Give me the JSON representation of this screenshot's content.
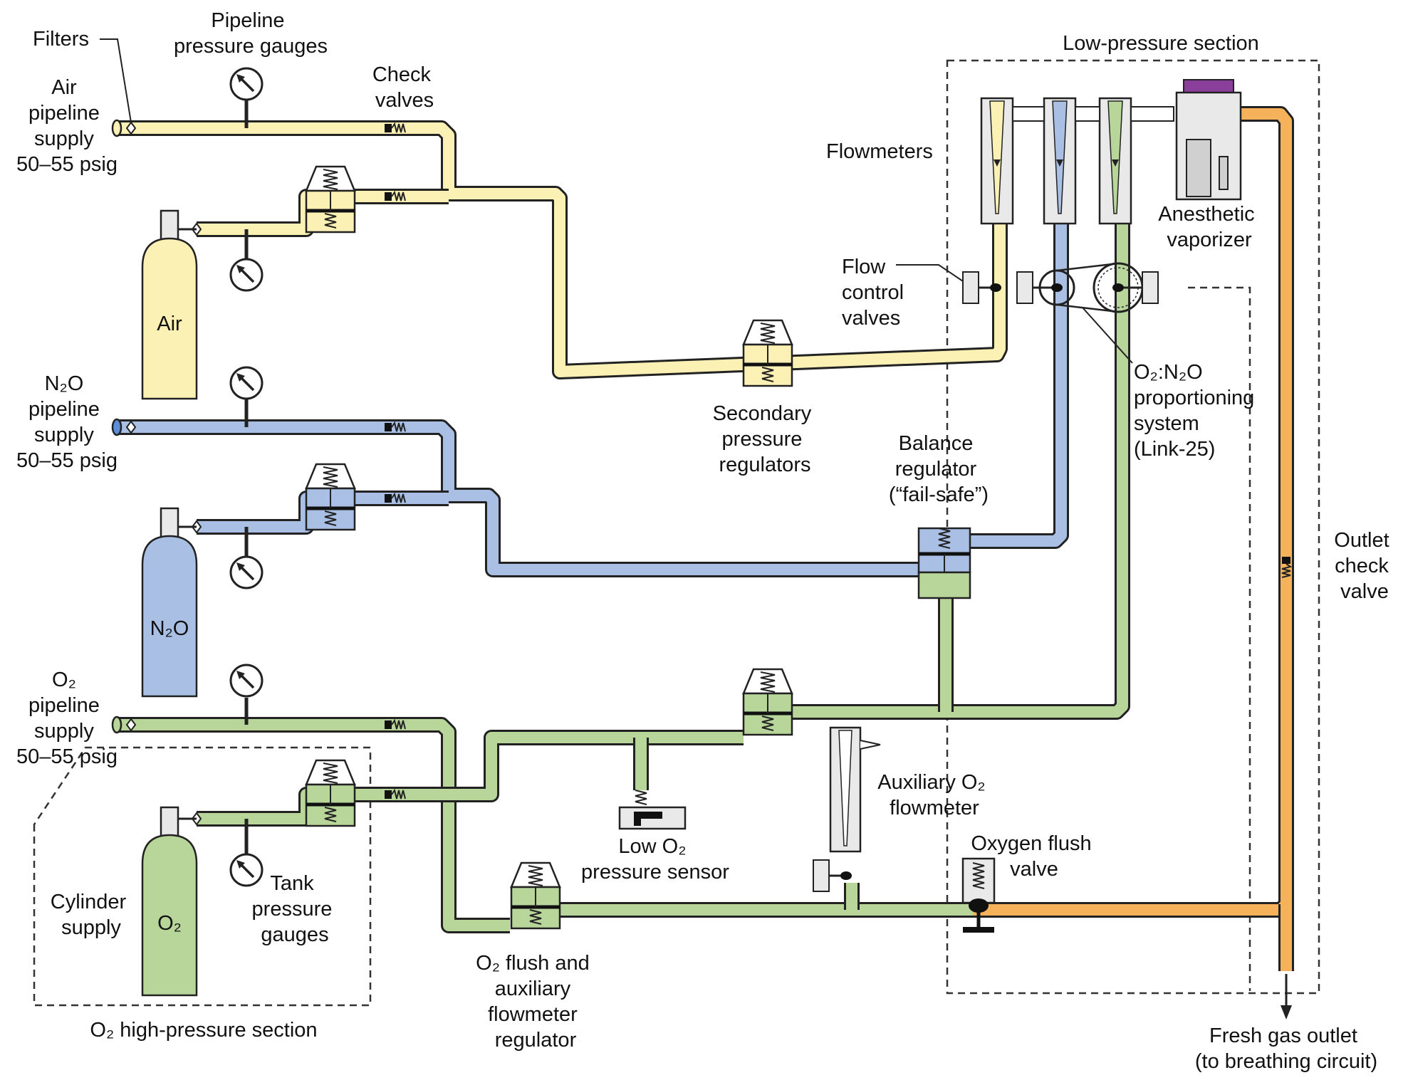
{
  "colors": {
    "air": "#fbf1b4",
    "n2o": "#a9bfe4",
    "o2": "#b8d69a",
    "fresh_gas": "#f6b25a",
    "vaporizer_cap": "#8a3f9a",
    "device_gray": "#e9e9e9"
  },
  "labels": {
    "filters": "Filters",
    "pipeline_gauges": [
      "Pipeline",
      "pressure gauges"
    ],
    "check_valves": [
      "Check",
      "valves"
    ],
    "air_supply": [
      "Air",
      "pipeline",
      "supply",
      "50–55 psig"
    ],
    "n2o_supply": [
      "N₂O",
      "pipeline",
      "supply",
      "50–55 psig"
    ],
    "o2_supply": [
      "O₂",
      "pipeline",
      "supply",
      "50–55 psig"
    ],
    "air_cylinder": "Air",
    "n2o_cylinder": "N₂O",
    "o2_cylinder": "O₂",
    "low_pressure_section": "Low-pressure section",
    "flowmeters": "Flowmeters",
    "vaporizer": [
      "Anesthetic",
      "vaporizer"
    ],
    "flow_control_valves": [
      "Flow",
      "control",
      "valves"
    ],
    "proportioning": [
      "O₂:N₂O",
      "proportioning",
      "system",
      "(Link-25)"
    ],
    "secondary_regulators": [
      "Secondary",
      "pressure",
      "regulators"
    ],
    "balance_regulator": [
      "Balance",
      "regulator",
      "(“fail-safe”)"
    ],
    "outlet_check_valve": [
      "Outlet",
      "check",
      "valve"
    ],
    "aux_flowmeter": [
      "Auxiliary O₂",
      "flowmeter"
    ],
    "oxygen_flush": [
      "Oxygen flush",
      "valve"
    ],
    "low_o2_sensor": [
      "Low O₂",
      "pressure sensor"
    ],
    "cylinder_supply": [
      "Cylinder",
      "supply"
    ],
    "tank_gauges": [
      "Tank",
      "pressure",
      "gauges"
    ],
    "flush_regulator": [
      "O₂ flush and",
      "auxiliary",
      "flowmeter",
      "regulator"
    ],
    "o2_high_pressure": "O₂ high-pressure section",
    "fresh_gas_outlet": [
      "Fresh gas outlet",
      "(to breathing circuit)"
    ]
  }
}
